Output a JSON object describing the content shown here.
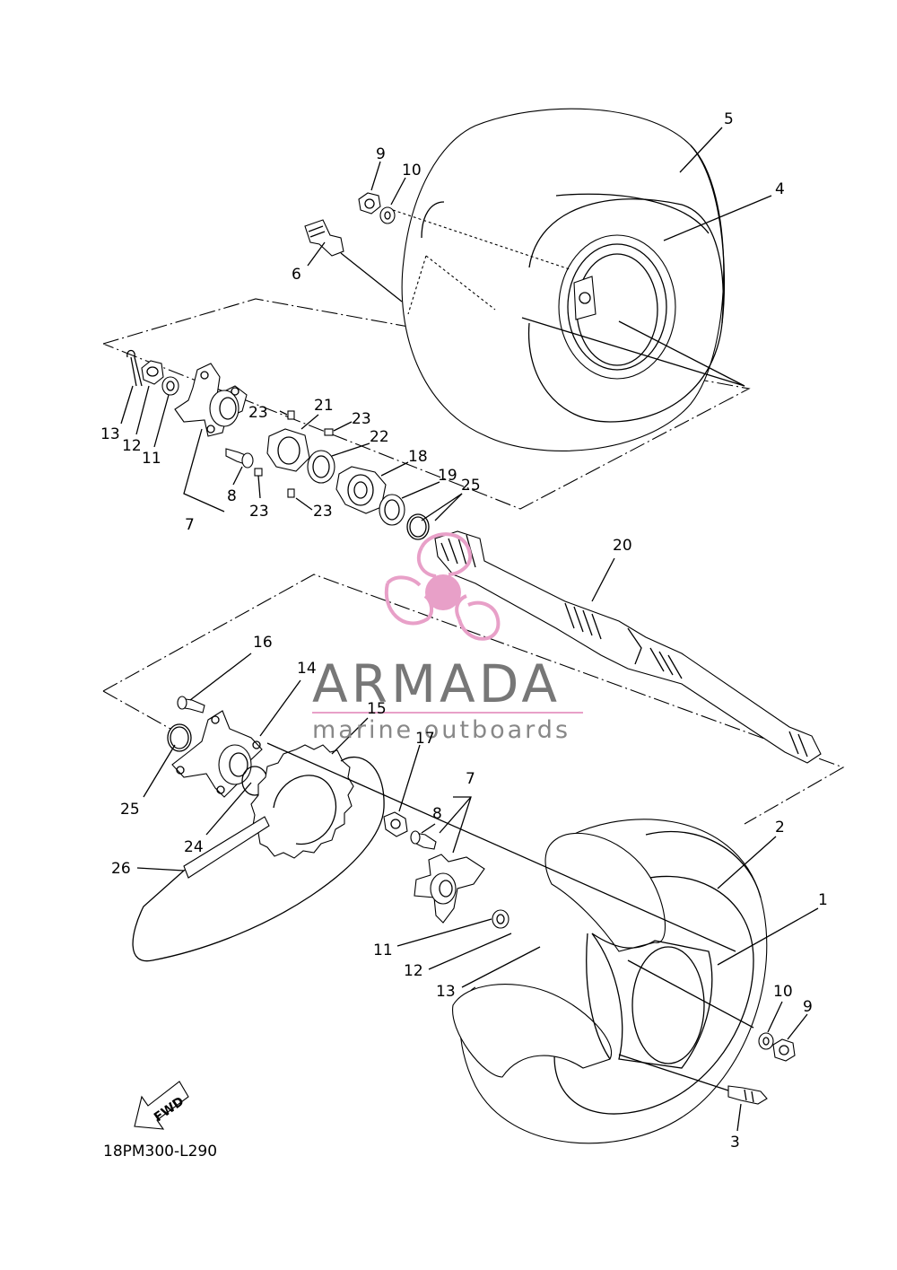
{
  "diagram_code": "18PM300-L290",
  "watermark": {
    "title": "ARMADA",
    "subtitle": "marine outboards",
    "logo_color": "#e8a0c8"
  },
  "fwd_label": "FWD",
  "callouts": {
    "c1": "1",
    "c2": "2",
    "c3": "3",
    "c4": "4",
    "c5": "5",
    "c6": "6",
    "c7a": "7",
    "c7b": "7",
    "c8a": "8",
    "c8b": "8",
    "c9a": "9",
    "c9b": "9",
    "c10a": "10",
    "c10b": "10",
    "c11a": "11",
    "c11b": "11",
    "c12a": "12",
    "c12b": "12",
    "c13a": "13",
    "c13b": "13",
    "c14": "14",
    "c15": "15",
    "c16": "16",
    "c17": "17",
    "c18": "18",
    "c19": "19",
    "c20": "20",
    "c21": "21",
    "c22": "22",
    "c23a": "23",
    "c23b": "23",
    "c23c": "23",
    "c23d": "23",
    "c24": "24",
    "c25a": "25",
    "c25b": "25",
    "c26": "26"
  }
}
